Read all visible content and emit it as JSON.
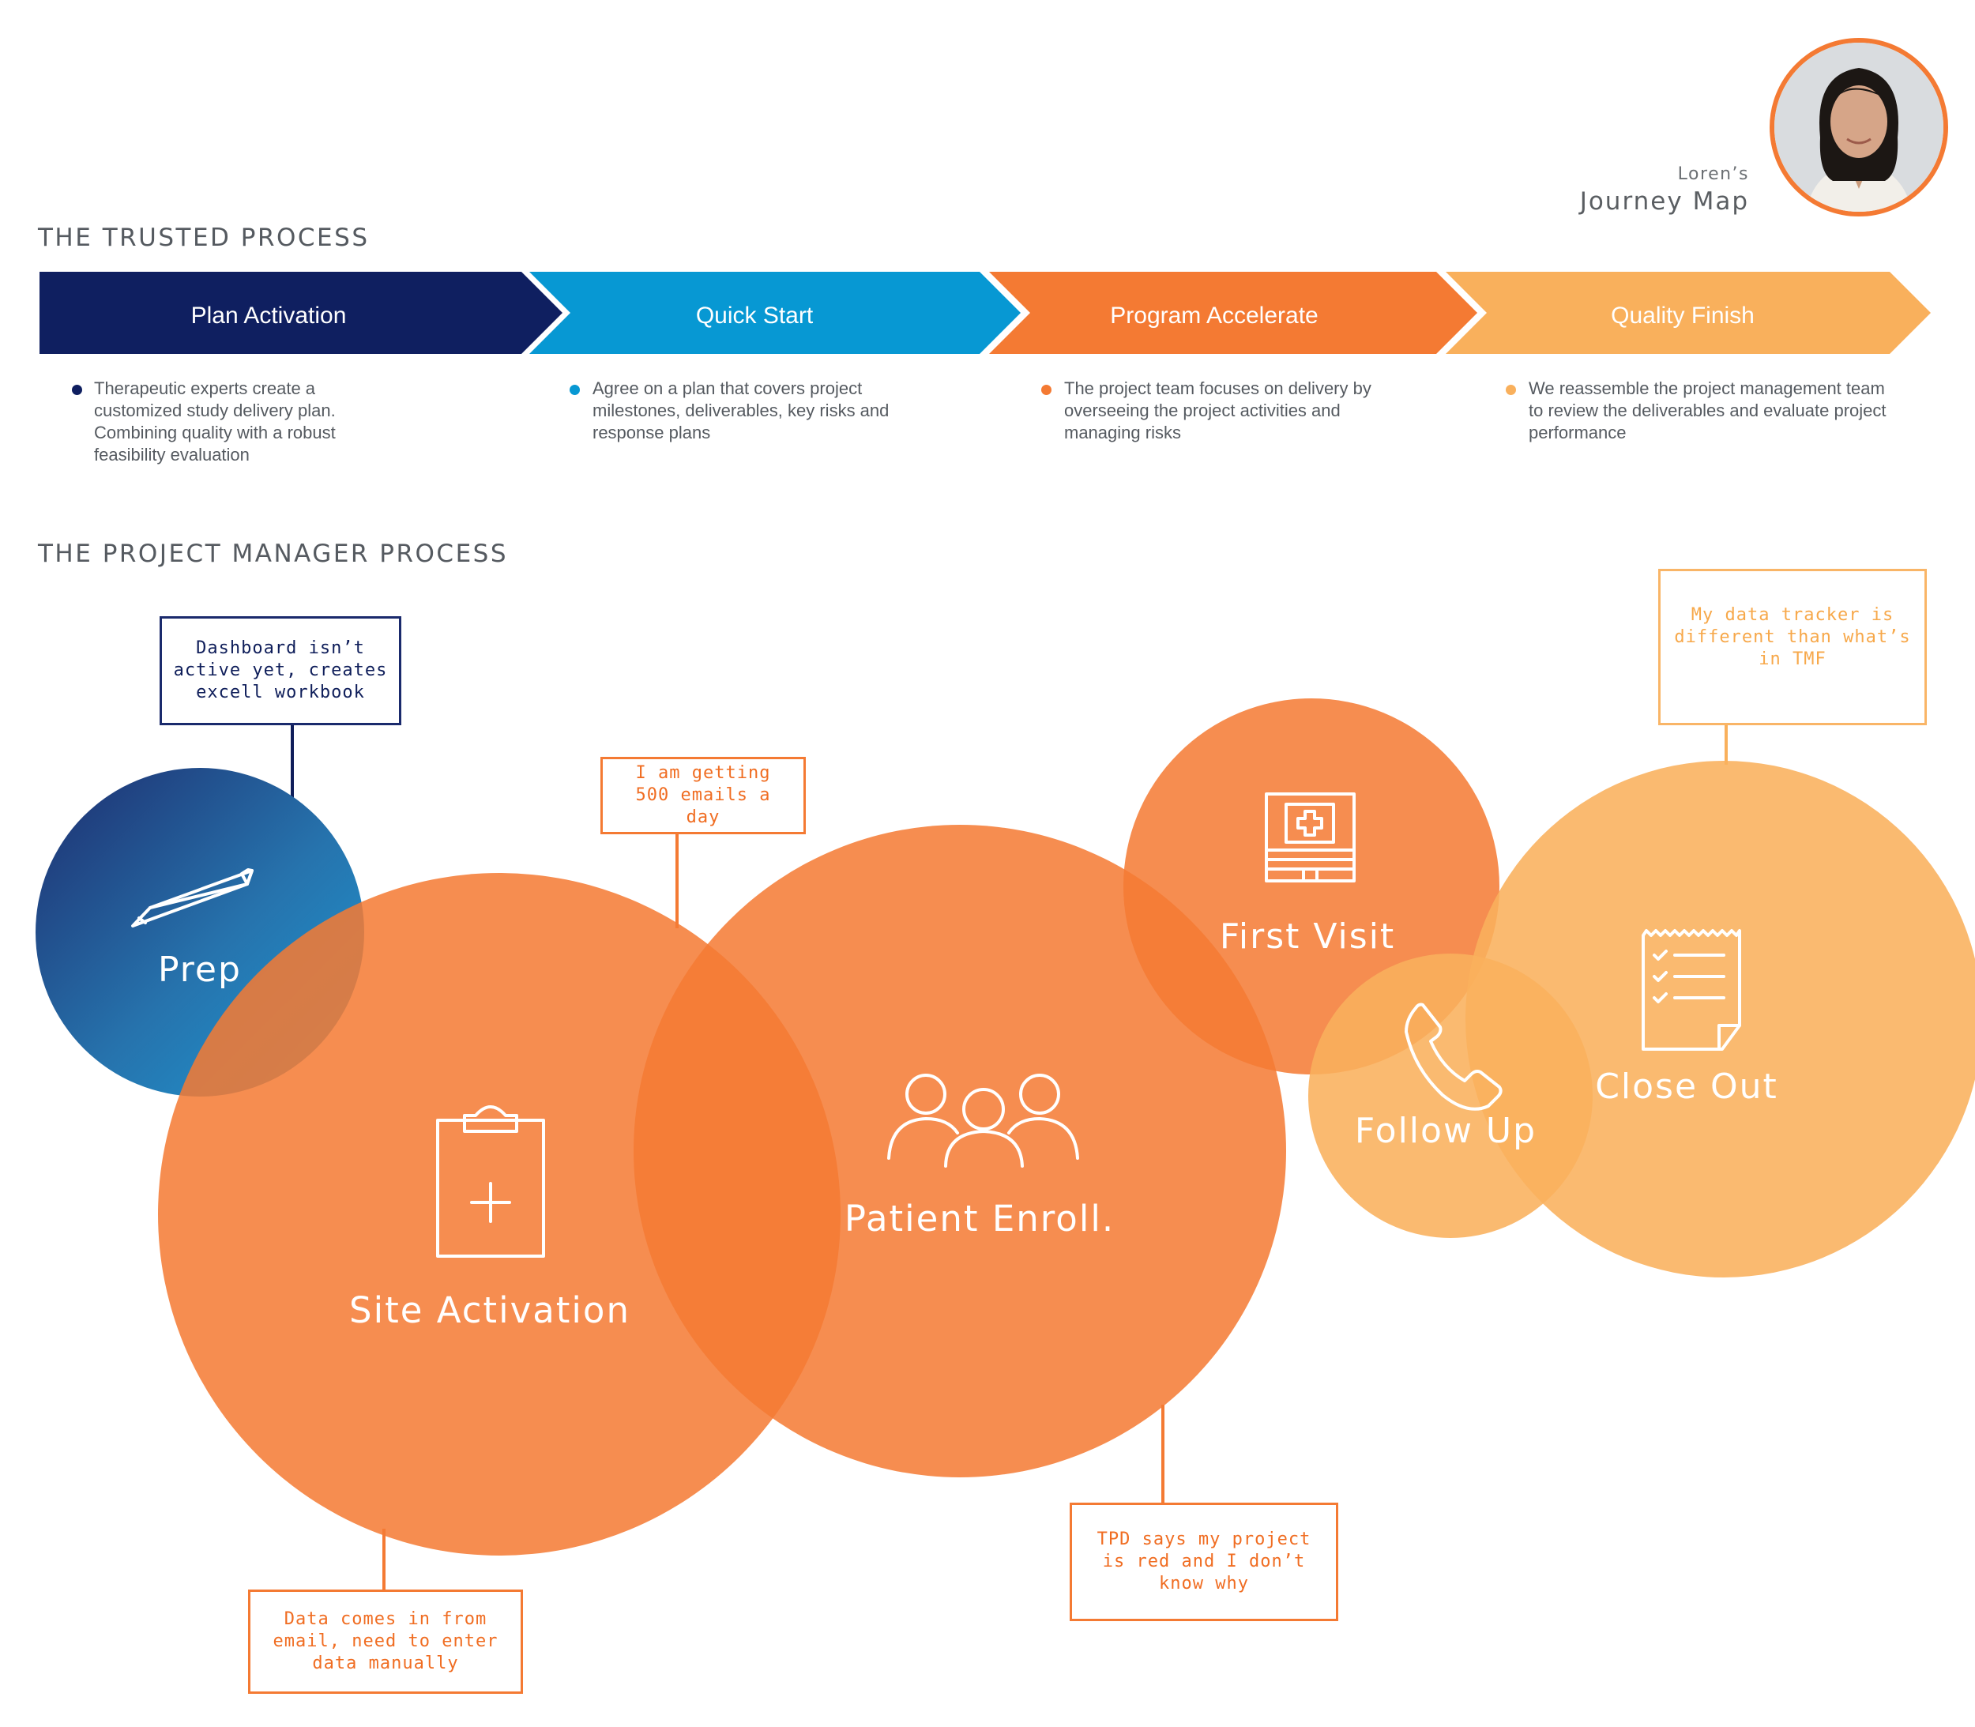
{
  "header": {
    "journey_subtitle": "Loren’s",
    "journey_title": "Journey Map"
  },
  "trusted_process": {
    "title": "THE TRUSTED PROCESS",
    "stages": [
      {
        "label": "Plan Activation",
        "color": "#0f1f60",
        "description": "Therapeutic experts create a customized study delivery plan. Combining quality with a robust feasibility evaluation"
      },
      {
        "label": "Quick Start",
        "color": "#0798d3",
        "description": "Agree on a plan that covers project milestones, deliverables, key risks and response plans"
      },
      {
        "label": "Program Accelerate",
        "color": "#f47a33",
        "description": "The project team focuses on delivery by overseeing the project activities and managing risks"
      },
      {
        "label": "Quality Finish",
        "color": "#f9b05c",
        "description": "We reassemble the project management team to review the deliverables and evaluate project performance"
      }
    ]
  },
  "pm_process": {
    "title": "THE PROJECT MANAGER PROCESS",
    "steps": {
      "prep": {
        "label": "Prep",
        "icon": "pencil-icon"
      },
      "site_activation": {
        "label": "Site Activation",
        "icon": "clipboard-plus-icon"
      },
      "patient_enroll": {
        "label": "Patient Enroll.",
        "icon": "people-group-icon"
      },
      "first_visit": {
        "label": "First Visit",
        "icon": "hospital-icon"
      },
      "follow_up": {
        "label": "Follow Up",
        "icon": "phone-icon"
      },
      "close_out": {
        "label": "Close Out",
        "icon": "checklist-icon"
      }
    },
    "notes": {
      "prep": "Dashboard isn’t active yet, creates excell workbook",
      "emails": "I am getting 500 emails a day",
      "tracker": "My data tracker is different than what’s in TMF",
      "data_entry": "Data comes in from email, need to enter data manually",
      "tpd": "TPD says my project is red and I don’t know why"
    }
  },
  "colors": {
    "navy": "#0f1f60",
    "blue": "#0798d3",
    "orange": "#f47a33",
    "light_orange": "#f9b05c"
  }
}
